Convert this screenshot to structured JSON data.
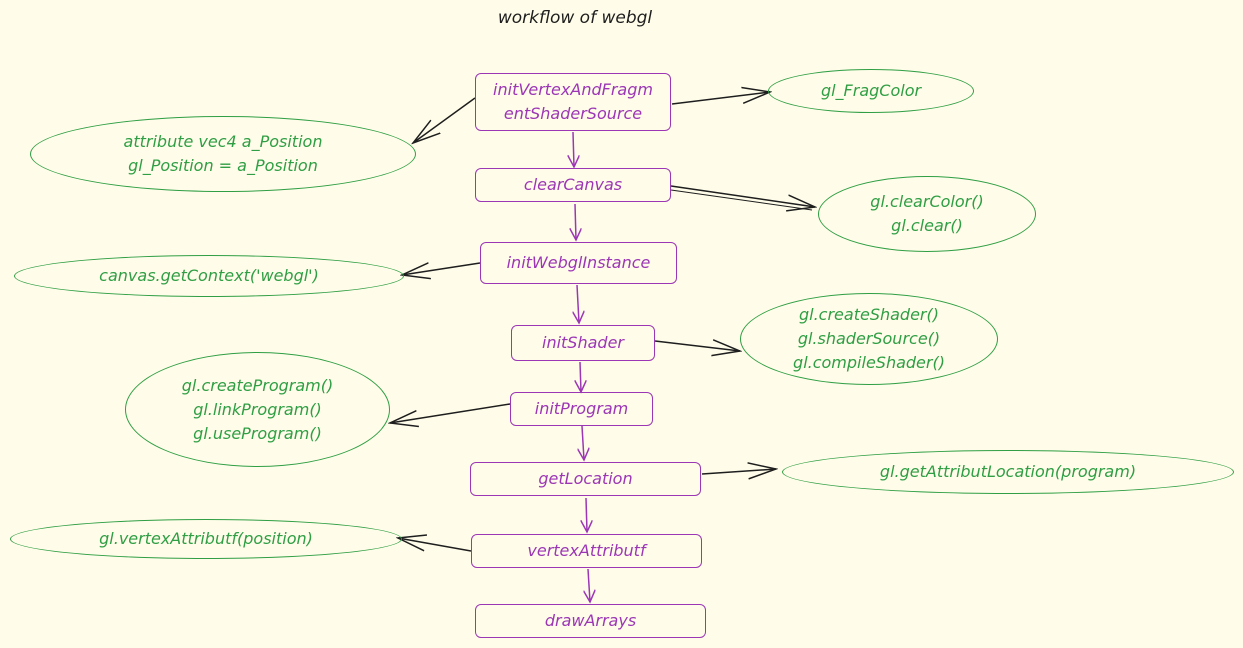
{
  "diagram": {
    "title": "workflow of webgl",
    "steps": [
      {
        "label": "initVertexAndFragm\nentShaderSource"
      },
      {
        "label": "clearCanvas"
      },
      {
        "label": "initWebglInstance"
      },
      {
        "label": "initShader"
      },
      {
        "label": "initProgram"
      },
      {
        "label": "getLocation"
      },
      {
        "label": "vertexAttributf"
      },
      {
        "label": "drawArrays"
      }
    ],
    "notes": [
      {
        "label": "gl_FragColor"
      },
      {
        "label": "attribute vec4 a_Position\ngl_Position = a_Position"
      },
      {
        "label": "gl.clearColor()\ngl.clear()"
      },
      {
        "label": "canvas.getContext('webgl')"
      },
      {
        "label": "gl.createShader()\ngl.shaderSource()\ngl.compileShader()"
      },
      {
        "label": "gl.createProgram()\ngl.linkProgram()\ngl.useProgram()"
      },
      {
        "label": "gl.getAttributLocation(program)"
      },
      {
        "label": "gl.vertexAttributf(position)"
      }
    ],
    "colors": {
      "background": "#fffde9",
      "step": "#9c36b5",
      "note": "#2f9e44",
      "arrow": "#1e1e1e"
    }
  }
}
